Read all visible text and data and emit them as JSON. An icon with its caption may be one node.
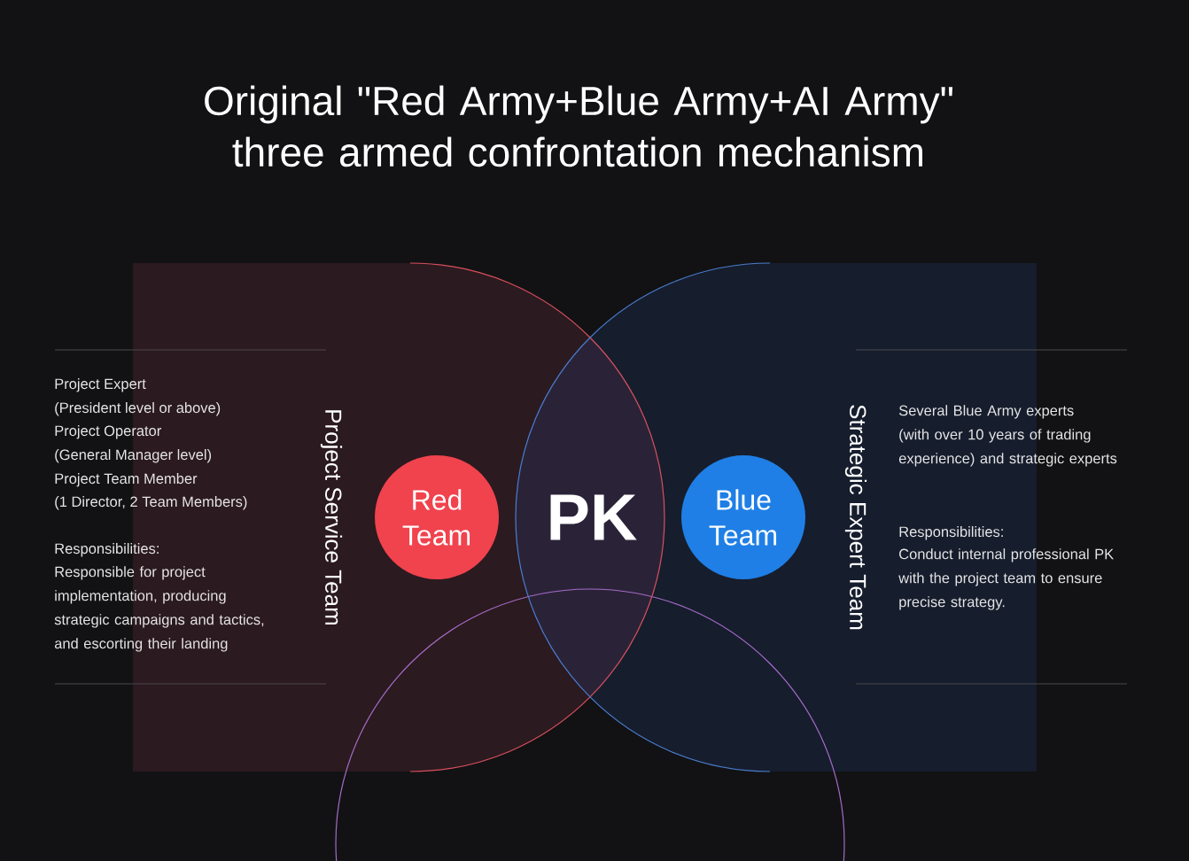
{
  "diagram": {
    "title": "Original \"Red Army+Blue Army+AI Army\" three armed confrontation mechanism",
    "nodes": [
      {
        "text": [
          "Red Team"
        ]
      },
      {
        "text": [
          "Blue Team"
        ]
      }
    ],
    "labels": [
      "Project Expert",
      "(President level or above)",
      "Project Operator",
      "(General Manager level)",
      "Project Team Member",
      "(1 Director, 2 Team Members)",
      "Responsibilities:",
      "Responsible for project implementation, producing strategic campaigns and tactics, and escorting their landing",
      "Project Service Team",
      "PK",
      "Strategic Expert Team",
      "Several Blue Army experts (with over 10 years of trading experience) and strategic experts",
      "Responsibilities:",
      "Conduct internal professional PK with the project team to ensure precise strategy."
    ]
  }
}
